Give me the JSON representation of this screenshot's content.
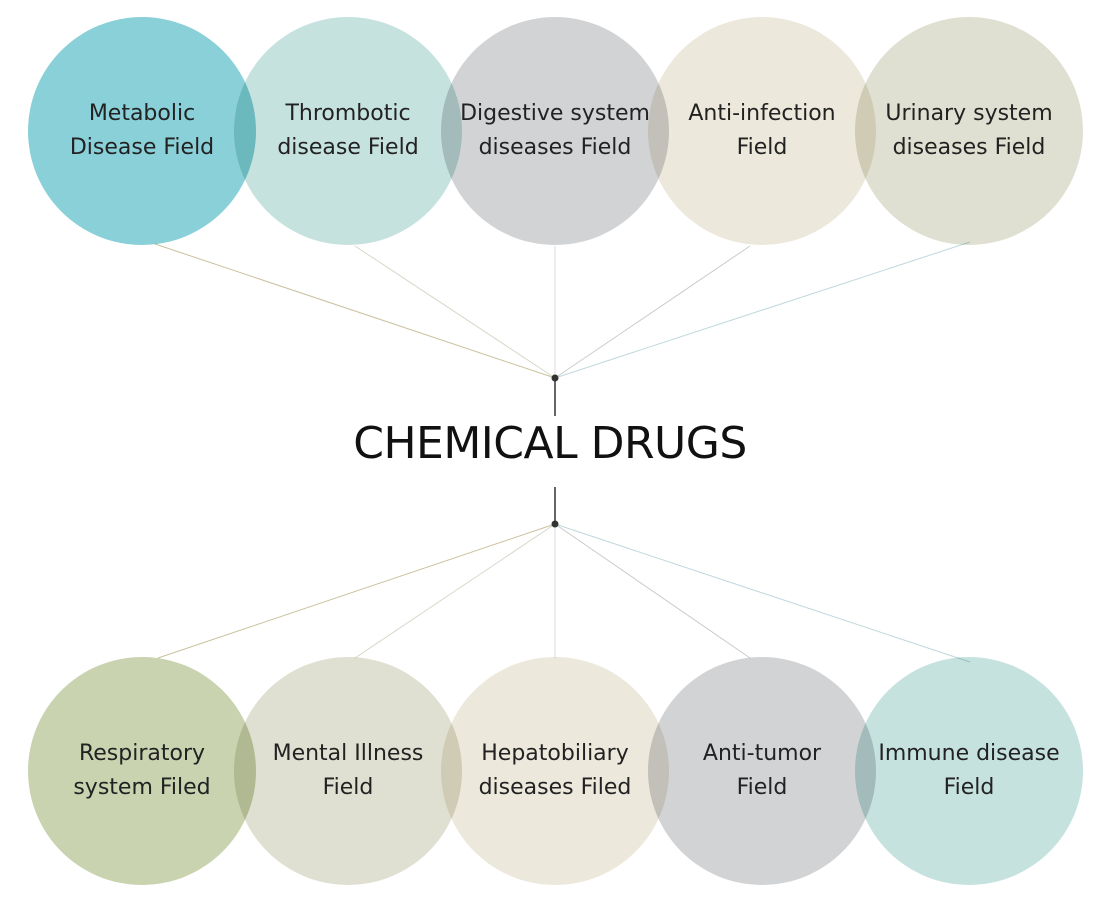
{
  "title": "CHEMICAL DRUGS",
  "top_fields": [
    {
      "line1": "Metabolic",
      "line2": "Disease Field",
      "color": "#8ad0d8",
      "line_color": "#c9c19d"
    },
    {
      "line1": "Thrombotic",
      "line2": "disease Field",
      "color": "#c6e2df",
      "line_color": "#d5d9c9"
    },
    {
      "line1": "Digestive system",
      "line2": "diseases Field",
      "color": "#d2d3d5",
      "line_color": "#dddddd"
    },
    {
      "line1": "Anti-infection",
      "line2": "Field",
      "color": "#ece8dc",
      "line_color": "#c7cdca"
    },
    {
      "line1": "Urinary system",
      "line2": "diseases Field",
      "color": "#e0e0d2",
      "line_color": "#bfd9dc"
    }
  ],
  "bottom_fields": [
    {
      "line1": "Respiratory",
      "line2": "system Filed",
      "color": "#c9d3b0",
      "line_color": "#c9c19d"
    },
    {
      "line1": "Mental Illness",
      "line2": "Field",
      "color": "#e0e0d2",
      "line_color": "#d5d9c9"
    },
    {
      "line1": "Hepatobiliary",
      "line2": "diseases Filed",
      "color": "#ece8dc",
      "line_color": "#dddddd"
    },
    {
      "line1": "Anti-tumor",
      "line2": "Field",
      "color": "#d2d3d5",
      "line_color": "#c7cdca"
    },
    {
      "line1": "Immune disease",
      "line2": "Field",
      "color": "#c6e2df",
      "line_color": "#bfd9dc"
    }
  ],
  "hub_color": "#333333"
}
